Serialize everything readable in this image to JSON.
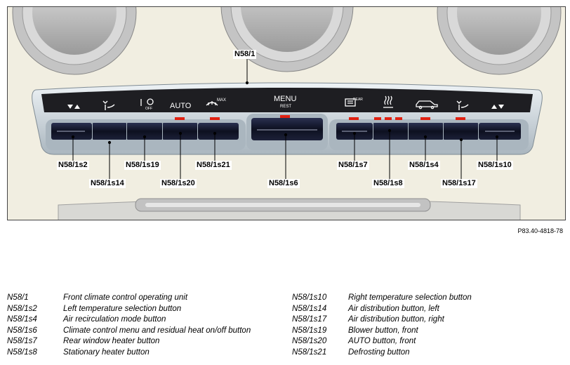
{
  "reference_code": "P83.40-4818-78",
  "panel_labels": {
    "auto": "AUTO",
    "menu": "MENU",
    "rest": "REST",
    "off": "OFF",
    "max": "MAX",
    "rear": "REAR"
  },
  "icons": [
    "down-up-arrows-icon",
    "airflow-icon",
    "fan-off-icon",
    "defrost-max-icon",
    "rear-defrost-icon",
    "seat-heat-icon",
    "car-recirculation-icon",
    "airflow-icon",
    "up-down-arrows-icon"
  ],
  "callouts": {
    "n58_1": "N58/1",
    "s2": "N58/1s2",
    "s14": "N58/1s14",
    "s19": "N58/1s19",
    "s20": "N58/1s20",
    "s21": "N58/1s21",
    "s6": "N58/1s6",
    "s7": "N58/1s7",
    "s8": "N58/1s8",
    "s4": "N58/1s4",
    "s17": "N58/1s17",
    "s10": "N58/1s10"
  },
  "legend": {
    "left": [
      {
        "code": "N58/1",
        "text": "Front climate control operating unit"
      },
      {
        "code": "N58/1s2",
        "text": "Left temperature selection button"
      },
      {
        "code": "N58/1s4",
        "text": "Air recirculation mode button"
      },
      {
        "code": "N58/1s6",
        "text": "Climate control menu and residual heat on/off button"
      },
      {
        "code": "N58/1s7",
        "text": "Rear window heater button"
      },
      {
        "code": "N58/1s8",
        "text": "Stationary heater button"
      }
    ],
    "right": [
      {
        "code": "N58/1s10",
        "text": "Right temperature selection button"
      },
      {
        "code": "N58/1s14",
        "text": "Air distribution button, left"
      },
      {
        "code": "N58/1s17",
        "text": "Air distribution button, right"
      },
      {
        "code": "N58/1s19",
        "text": "Blower button, front"
      },
      {
        "code": "N58/1s20",
        "text": "AUTO button, front"
      },
      {
        "code": "N58/1s21",
        "text": "Defrosting button"
      }
    ]
  },
  "colors": {
    "background": "#f1eee1",
    "panel": "#1e1e22",
    "bezel": "#c9d4dc",
    "indicator": "#e02010",
    "button": "#14172a"
  }
}
